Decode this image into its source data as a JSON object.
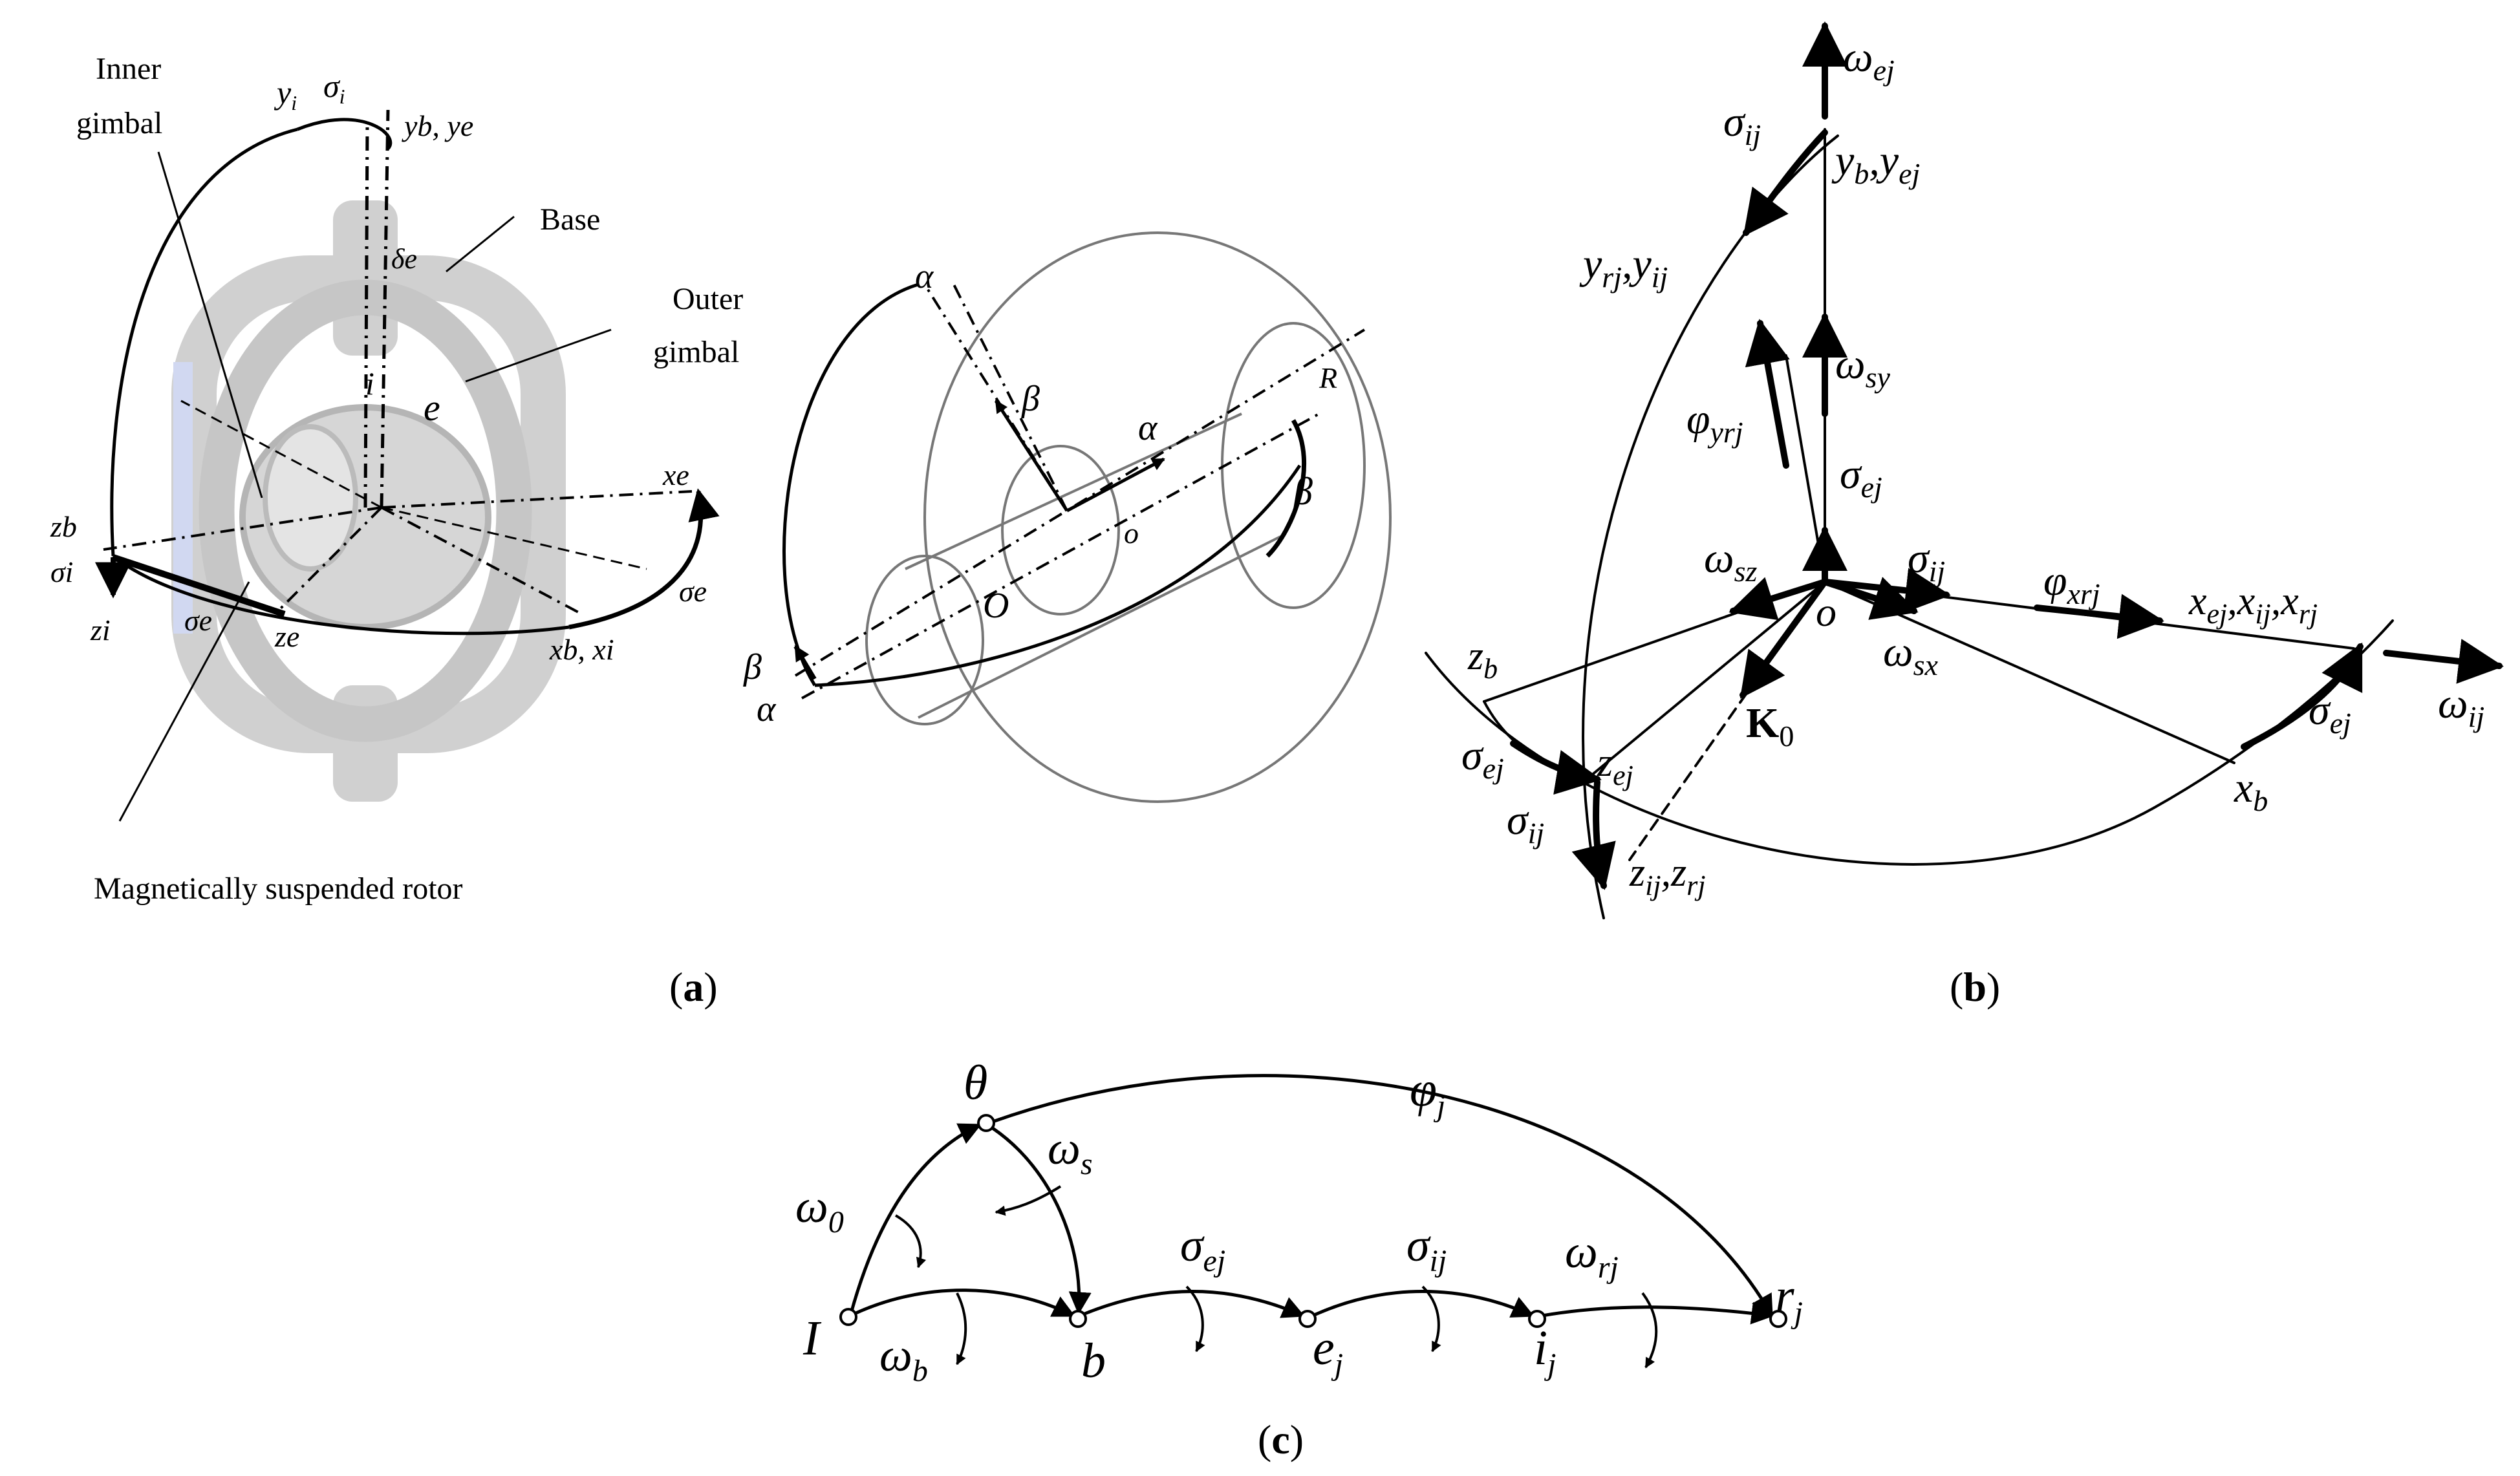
{
  "panel_a": {
    "caption_open": "(",
    "caption_letter": "a",
    "caption_close": ")",
    "inner_gimbal": [
      "Inner",
      "gimbal"
    ],
    "base": "Base",
    "outer_gimbal": [
      "Outer",
      "gimbal"
    ],
    "rotor": "Magnetically suspended rotor",
    "axis_labels": {
      "yi": "y",
      "yi_sub": "i",
      "sigma_i_top": "σ",
      "sigma_i_top_sub": "i",
      "yb_ye": "yb, ye",
      "zb": "zb",
      "sigma_i_left": "σi",
      "zi": "zi",
      "sigma_e_left": "σe",
      "ze": "ze",
      "xe": "xe",
      "sigma_e_right": "σe",
      "xb_xi": "xb, xi",
      "e": "e",
      "i": "i",
      "delta": "δe"
    },
    "rotor_labels": {
      "alpha_top": "α",
      "beta_vec": "β",
      "alpha_vec": "α",
      "beta_right": "β",
      "beta_left": "β",
      "alpha_left": "α",
      "o": "o",
      "O": "O",
      "R": "R"
    }
  },
  "panel_b": {
    "caption_open": "(",
    "caption_letter": "b",
    "caption_close": ")",
    "omega_ej": "ω",
    "omega_ej_sub": "ej",
    "sigma_ij_top": "σ",
    "sigma_ij_top_sub": "ij",
    "yb_yej": "y",
    "yb_sub": "b",
    "yej_sub": "ej",
    "yrj_yij": "y",
    "yrj_sub": "rj",
    "yij_sub": "ij",
    "phi_yrj": "φ",
    "phi_yrj_sub": "yrj",
    "omega_sy": "ω",
    "omega_sy_sub": "sy",
    "sigma_ej_dot": "σ",
    "sigma_ej_dot_sub": "ej",
    "omega_sz": "ω",
    "omega_sz_sub": "sz",
    "sigma_ij_dot": "σ",
    "sigma_ij_dot_sub": "ij",
    "phi_xrj": "φ",
    "phi_xrj_sub": "xrj",
    "o": "o",
    "xej_xij_xrj": "x",
    "x_sub1": "ej",
    "x_sub2": "ij",
    "x_sub3": "rj",
    "omega_sx": "ω",
    "omega_sx_sub": "sx",
    "zb": "z",
    "zb_sub": "b",
    "K0": "K",
    "K0_sub": "0",
    "sigma_ej_left": "σ",
    "sigma_ej_left_sub": "ej",
    "zej": "z",
    "zej_sub": "ej",
    "sigma_ij_bottom": "σ",
    "sigma_ij_bottom_sub": "ij",
    "zij_zrj": "z",
    "zij_sub": "ij",
    "zrj_sub": "rj",
    "xb": "x",
    "xb_sub": "b",
    "sigma_ej_right": "σ",
    "sigma_ej_right_sub": "ej",
    "omega_ij": "ω",
    "omega_ij_sub": "ij"
  },
  "panel_c": {
    "caption_open": "(",
    "caption_letter": "c",
    "caption_close": ")",
    "theta": "θ",
    "phi_j": "φ",
    "phi_j_sub": "j",
    "omega_0": "ω",
    "omega_0_sub": "0",
    "omega_s": "ω",
    "omega_s_sub": "s",
    "sigma_ej": "σ",
    "sigma_ej_sub": "ej",
    "sigma_ij": "σ",
    "sigma_ij_sub": "ij",
    "omega_rj": "ω",
    "omega_rj_sub": "rj",
    "I": "I",
    "omega_b": "ω",
    "omega_b_sub": "b",
    "b": "b",
    "e": "e",
    "e_sub": "j",
    "i": "i",
    "i_sub": "j",
    "r": "r",
    "r_sub": "j"
  },
  "colors": {
    "line": "#000000",
    "gimbal_fill": "#c8c8c8",
    "gimbal_dark": "#a9a9a9"
  }
}
